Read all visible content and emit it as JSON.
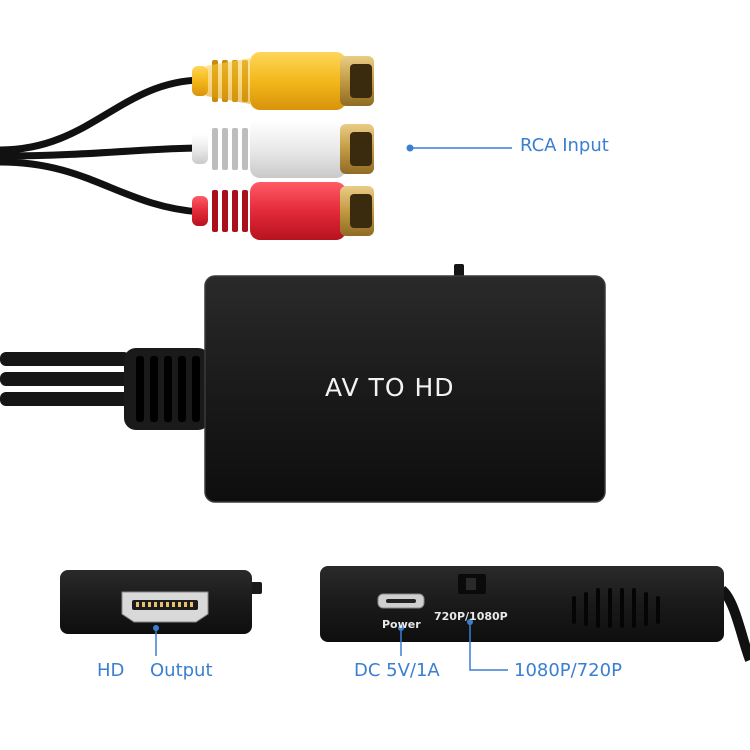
{
  "labels": {
    "rca_input": "RCA Input",
    "hd": "HD",
    "output": "Output",
    "dc_power": "DC 5V/1A",
    "resolution_switch": "1080P/720P"
  },
  "device": {
    "front_text": "AV TO HD",
    "power_port_text": "Power",
    "switch_text": "720P/1080P"
  },
  "colors": {
    "accent_blue": "#3a7fd0",
    "device_body": "#1b1b1b",
    "rca_yellow": "#f3c21c",
    "rca_white": "#f0f0f0",
    "rca_red": "#e3283a",
    "gold_contact": "#c9a24a"
  }
}
